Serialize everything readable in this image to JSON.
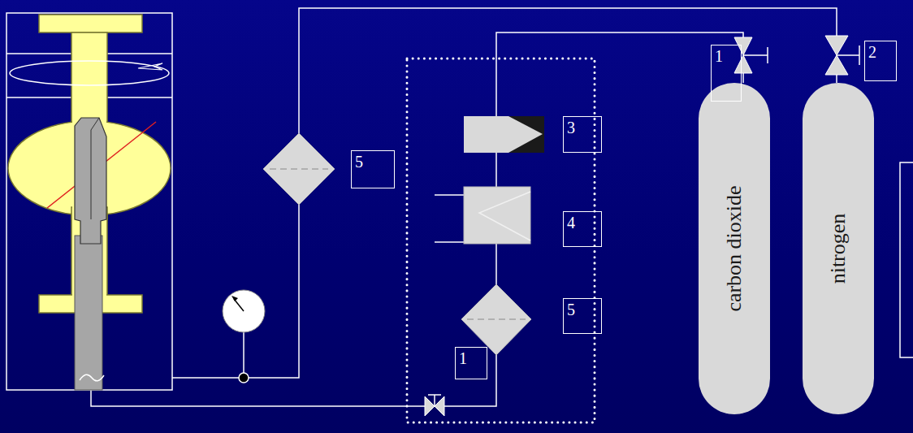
{
  "diagram": {
    "nodes": [
      {
        "text": [
          "carbon dioxide"
        ]
      },
      {
        "text": [
          "nitrogen"
        ]
      }
    ],
    "labels": [
      "5",
      "3",
      "4",
      "5",
      "1",
      "1",
      "2"
    ]
  }
}
